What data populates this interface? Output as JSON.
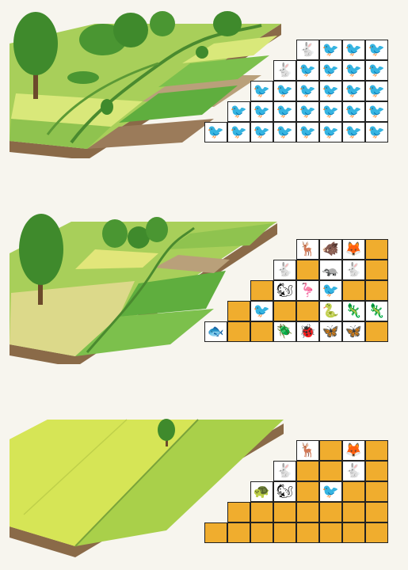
{
  "colors": {
    "present": "#ffffff",
    "lost": "#f0ad2e",
    "grid_line": "#222222",
    "soil": "#8a6a48",
    "field_light": "#d9e87a",
    "field_green": "#7cc04c",
    "tree": "#3f8a2c",
    "monoculture": "#cfe04a"
  },
  "panels": [
    {
      "landscape": "diverse-fields-with-hedgerows-and-trees",
      "rows": [
        [
          "rabbit",
          "bird",
          "bird",
          "bird"
        ],
        [
          "rabbit",
          "bird",
          "bird",
          "bird",
          "bird"
        ],
        [
          "bird",
          "bird",
          "bird",
          "bird",
          "bird",
          "bird"
        ],
        [
          "bird",
          "bird",
          "bird",
          "bird",
          "bird",
          "bird",
          "bird"
        ],
        [
          "bird",
          "bird",
          "bird",
          "bird",
          "bird",
          "bird",
          "bird",
          "bird"
        ]
      ]
    },
    {
      "landscape": "fields-with-fewer-hedgerows",
      "rows": [
        [
          "deer",
          "boar",
          "fox",
          ""
        ],
        [
          "rabbit",
          "",
          "weasel",
          "hare",
          ""
        ],
        [
          "",
          "squirrel",
          "heron",
          "crow",
          "",
          ""
        ],
        [
          "",
          "crow",
          "",
          "",
          "snake",
          "lizard",
          "newt"
        ],
        [
          "fish",
          "",
          "",
          "beetle",
          "bug",
          "butterfly",
          "moth",
          ""
        ]
      ]
    },
    {
      "landscape": "monoculture-fields",
      "rows": [
        [
          "deer",
          "",
          "fox",
          ""
        ],
        [
          "rabbit",
          "",
          "",
          "hare",
          ""
        ],
        [
          "tortoise",
          "squirrel",
          "",
          "crow",
          "",
          ""
        ],
        [
          "",
          "",
          "",
          "",
          "",
          "",
          ""
        ],
        [
          "",
          "",
          "",
          "",
          "",
          "",
          "",
          ""
        ]
      ]
    }
  ],
  "icon_glyphs": {
    "deer": "🦌",
    "boar": "🐗",
    "fox": "🦊",
    "weasel": "🦡",
    "rabbit": "🐇",
    "hare": "🐇",
    "squirrel": "🐿",
    "heron": "🦩",
    "crow": "🐦",
    "bird": "🐦",
    "tortoise": "🐢",
    "snake": "🐍",
    "lizard": "🦎",
    "newt": "🦎",
    "fish": "🐟",
    "beetle": "🪲",
    "bug": "🐞",
    "butterfly": "🦋",
    "moth": "🦋",
    "spider": "🕷",
    "owl": "🦉",
    "mouse": "🐁",
    "frog": "🐸",
    "bee": "🐝"
  }
}
